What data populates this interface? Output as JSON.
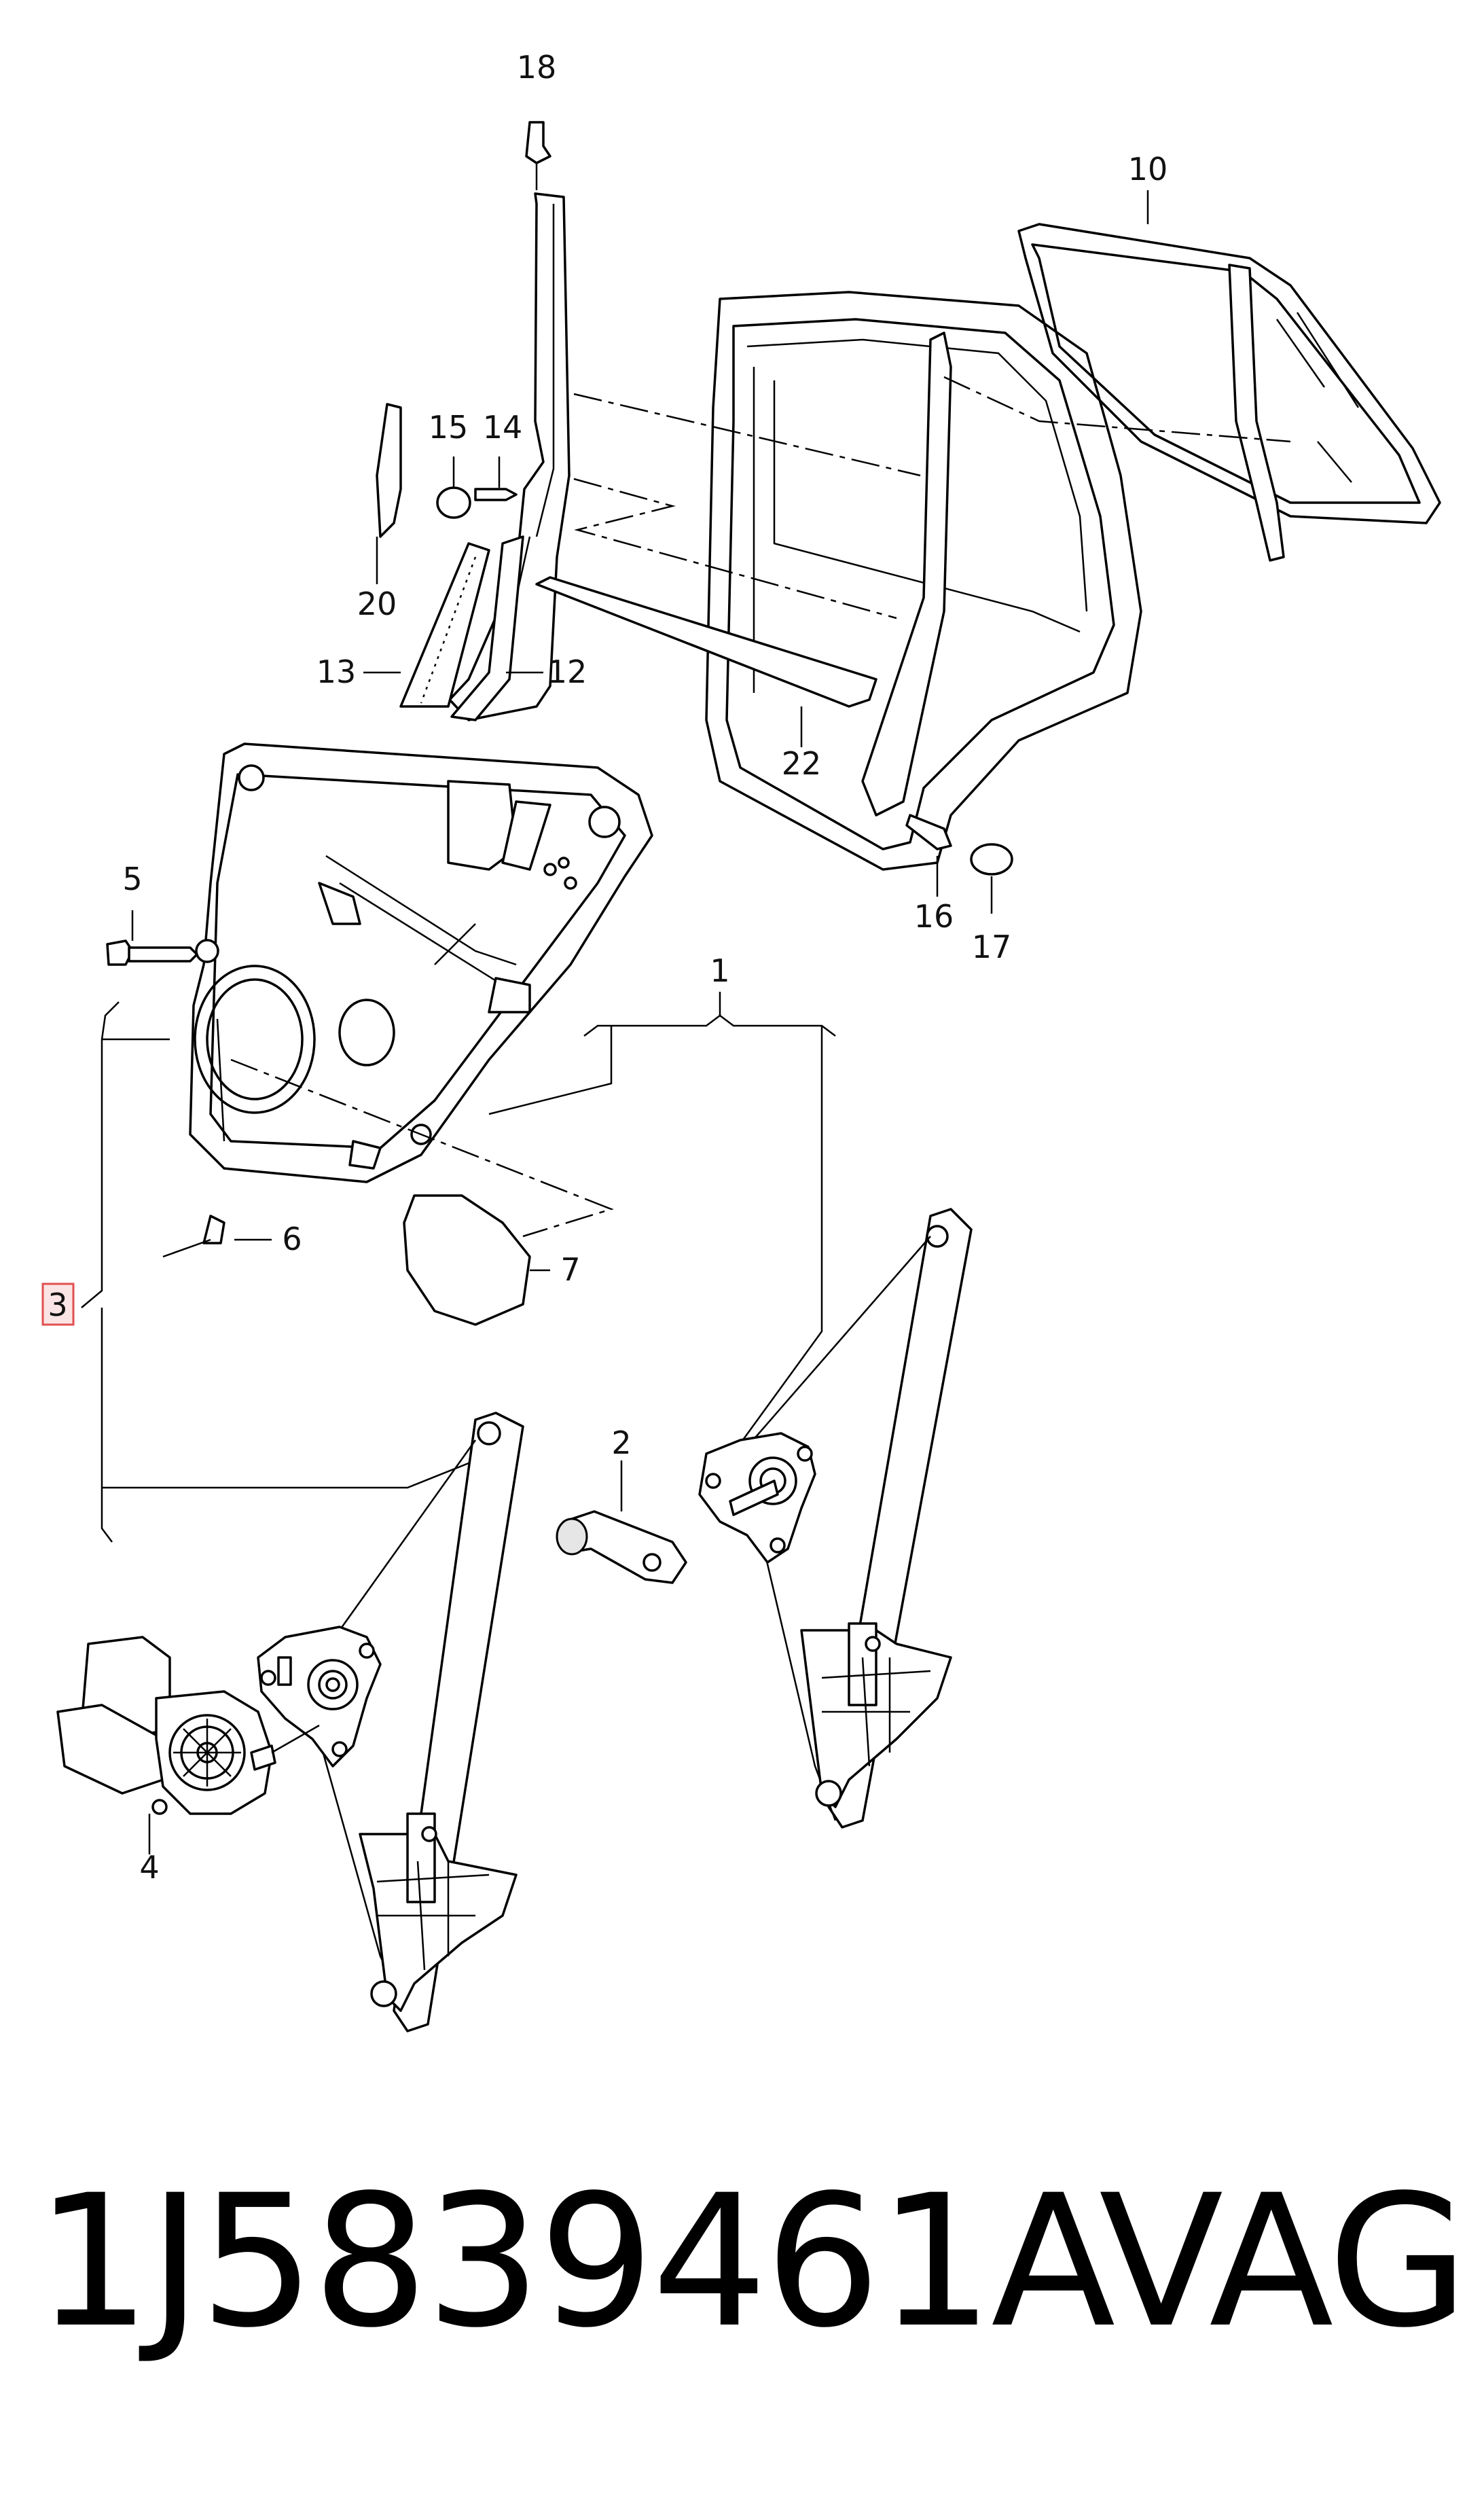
{
  "diagram": {
    "callouts": {
      "c1": "1",
      "c2": "2",
      "c3": "3",
      "c4": "4",
      "c5": "5",
      "c6": "6",
      "c7": "7",
      "c10": "10",
      "c12": "12",
      "c13": "13",
      "c14": "14",
      "c15": "15",
      "c16": "16",
      "c17": "17",
      "c18": "18",
      "c20": "20",
      "c22": "22"
    },
    "highlight_color": "#e05050"
  },
  "caption": {
    "part_number": "1J5839461A",
    "brand": "VAG"
  }
}
